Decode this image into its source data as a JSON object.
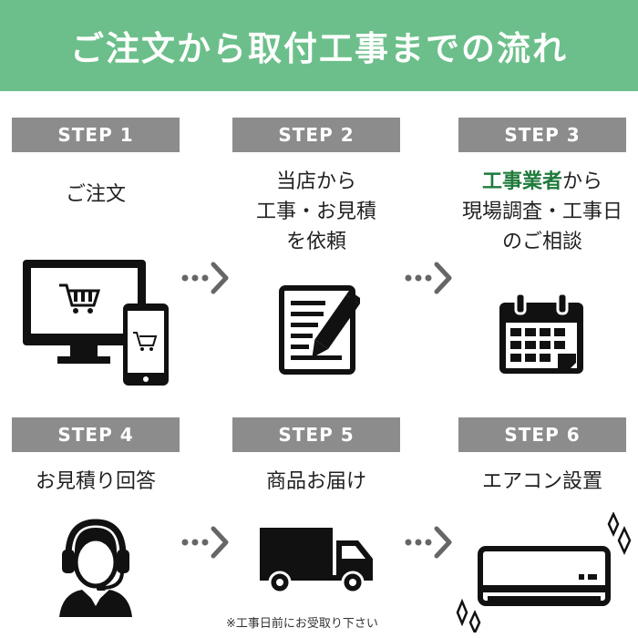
{
  "banner": {
    "title": "ご注文から取付工事までの流れ"
  },
  "steps": [
    {
      "label": "STEP 1",
      "text_lines": [
        "ご注文"
      ],
      "icon": "computer-phone-cart-icon"
    },
    {
      "label": "STEP 2",
      "text_lines": [
        "当店から",
        "工事・お見積",
        "を依頼"
      ],
      "icon": "document-pen-icon"
    },
    {
      "label": "STEP 3",
      "highlight": "工事業者",
      "text_first_suffix": "から",
      "text_lines": [
        "現場調査・工事日",
        "のご相談"
      ],
      "icon": "calendar-icon"
    },
    {
      "label": "STEP 4",
      "text_lines": [
        "お見積り回答"
      ],
      "icon": "operator-headset-icon"
    },
    {
      "label": "STEP 5",
      "text_lines": [
        "商品お届け"
      ],
      "icon": "delivery-truck-icon"
    },
    {
      "label": "STEP 6",
      "text_lines": [
        "エアコン設置"
      ],
      "icon": "air-conditioner-icon"
    }
  ],
  "note": "※工事日前にお受取り下さい",
  "colors": {
    "banner": "#6cbf8a",
    "step_label_bg": "#8c8c8c",
    "highlight": "#1f7a3c",
    "icon": "#111111",
    "arrow": "#666666"
  }
}
